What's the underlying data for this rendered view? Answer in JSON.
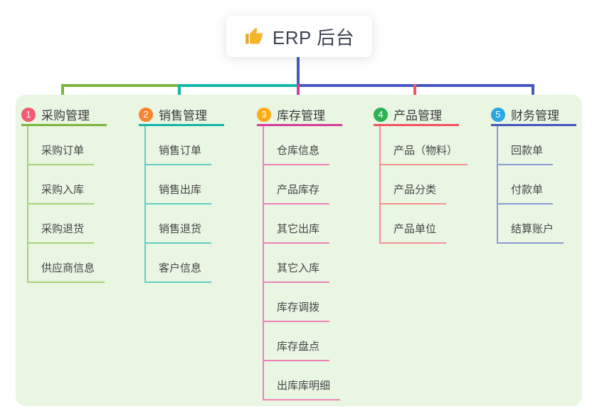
{
  "root": {
    "label": "ERP 后台",
    "icon": "thumbs-up-icon",
    "icon_color": "#f4b62e"
  },
  "colors": {
    "page_bg": "#ffffff",
    "panel_bg": "#e8f6e2",
    "trunk": "#4557c0",
    "node_bg": "#ffffff",
    "text_primary": "#3b3b3b",
    "text_child": "#464646"
  },
  "branches": [
    {
      "number": "1",
      "label": "采购管理",
      "badge_color": "#f25b72",
      "line_color": "#7cb53e",
      "child_line_color": "#a8d27d",
      "children": [
        "采购订单",
        "采购入库",
        "采购退货",
        "供应商信息"
      ]
    },
    {
      "number": "2",
      "label": "销售管理",
      "badge_color": "#f78431",
      "line_color": "#13b5a9",
      "child_line_color": "#63cec3",
      "children": [
        "销售订单",
        "销售出库",
        "销售退货",
        "客户信息"
      ]
    },
    {
      "number": "3",
      "label": "库存管理",
      "badge_color": "#f9ad15",
      "line_color": "#d73c9c",
      "child_line_color": "#ef82b5",
      "children": [
        "仓库信息",
        "产品库存",
        "其它出库",
        "其它入库",
        "库存调拨",
        "库存盘点",
        "出库库明细"
      ]
    },
    {
      "number": "4",
      "label": "产品管理",
      "badge_color": "#2eb354",
      "line_color": "#f25460",
      "child_line_color": "#f59095",
      "children": [
        "产品（物料）",
        "产品分类",
        "产品单位"
      ]
    },
    {
      "number": "5",
      "label": "财务管理",
      "badge_color": "#2aa7e1",
      "line_color": "#4557c0",
      "child_line_color": "#8d9bd8",
      "children": [
        "回款单",
        "付款单",
        "结算账户"
      ]
    }
  ]
}
